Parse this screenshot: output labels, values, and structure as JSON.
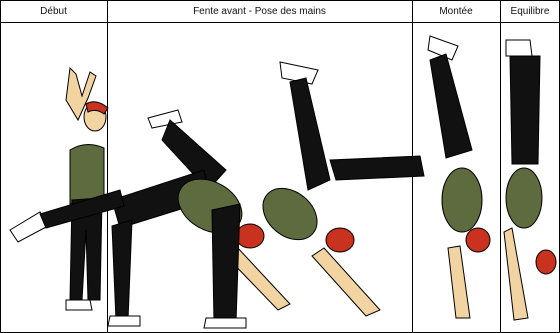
{
  "phases": {
    "debut": "Début",
    "fente": "Fente avant - Pose des mains",
    "montee": "Montée",
    "equilibre": "Equilibre"
  },
  "colors": {
    "skin": "#f2d3a2",
    "shirt": "#5d6b3f",
    "pants": "#111111",
    "hair": "#c8321e",
    "shoe": "#ffffff",
    "line": "#000000"
  }
}
